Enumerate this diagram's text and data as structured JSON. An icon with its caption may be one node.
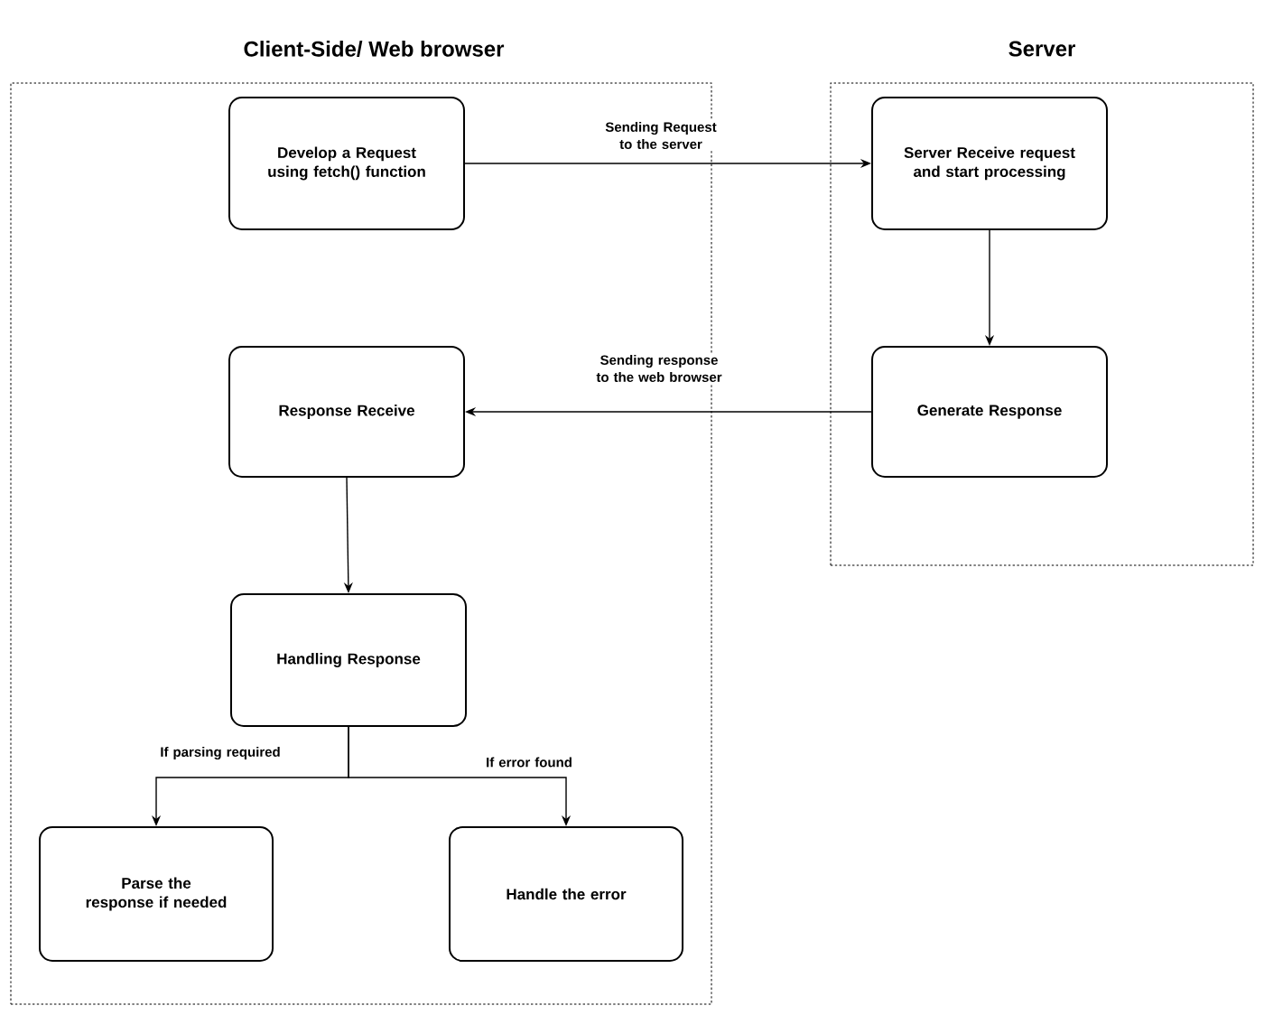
{
  "diagram": {
    "nodes": [
      {
        "text": [
          "Client-Side/ Web browser"
        ]
      },
      {
        "text": [
          "Server"
        ]
      },
      {
        "text": [
          "Develop a Request using fetch() function"
        ],
        "in": 0
      },
      {
        "text": [
          "Server Receive request and start processing"
        ],
        "in": 1
      },
      {
        "text": [
          "Generate Response"
        ],
        "in": 1
      },
      {
        "text": [
          "Response Receive"
        ],
        "in": 0
      },
      {
        "text": [
          "Handling Response"
        ],
        "in": 0
      },
      {
        "text": [
          "Parse the response if needed"
        ],
        "in": 0
      },
      {
        "text": [
          "Handle the error"
        ],
        "in": 0
      }
    ],
    "edges": [
      {
        "from": 2,
        "to": 3,
        "arrow": "to",
        "label": "Sending Request to the server"
      },
      {
        "from": 3,
        "to": 4,
        "arrow": "to"
      },
      {
        "from": 4,
        "to": 5,
        "arrow": "to",
        "label": "Sending response to the web browser"
      },
      {
        "from": 5,
        "to": 6,
        "arrow": "to"
      },
      {
        "from": 6,
        "to": 7,
        "arrow": "to",
        "label": "If parsing required"
      },
      {
        "from": 6,
        "to": 8,
        "arrow": "to",
        "label": "If error found"
      }
    ]
  }
}
